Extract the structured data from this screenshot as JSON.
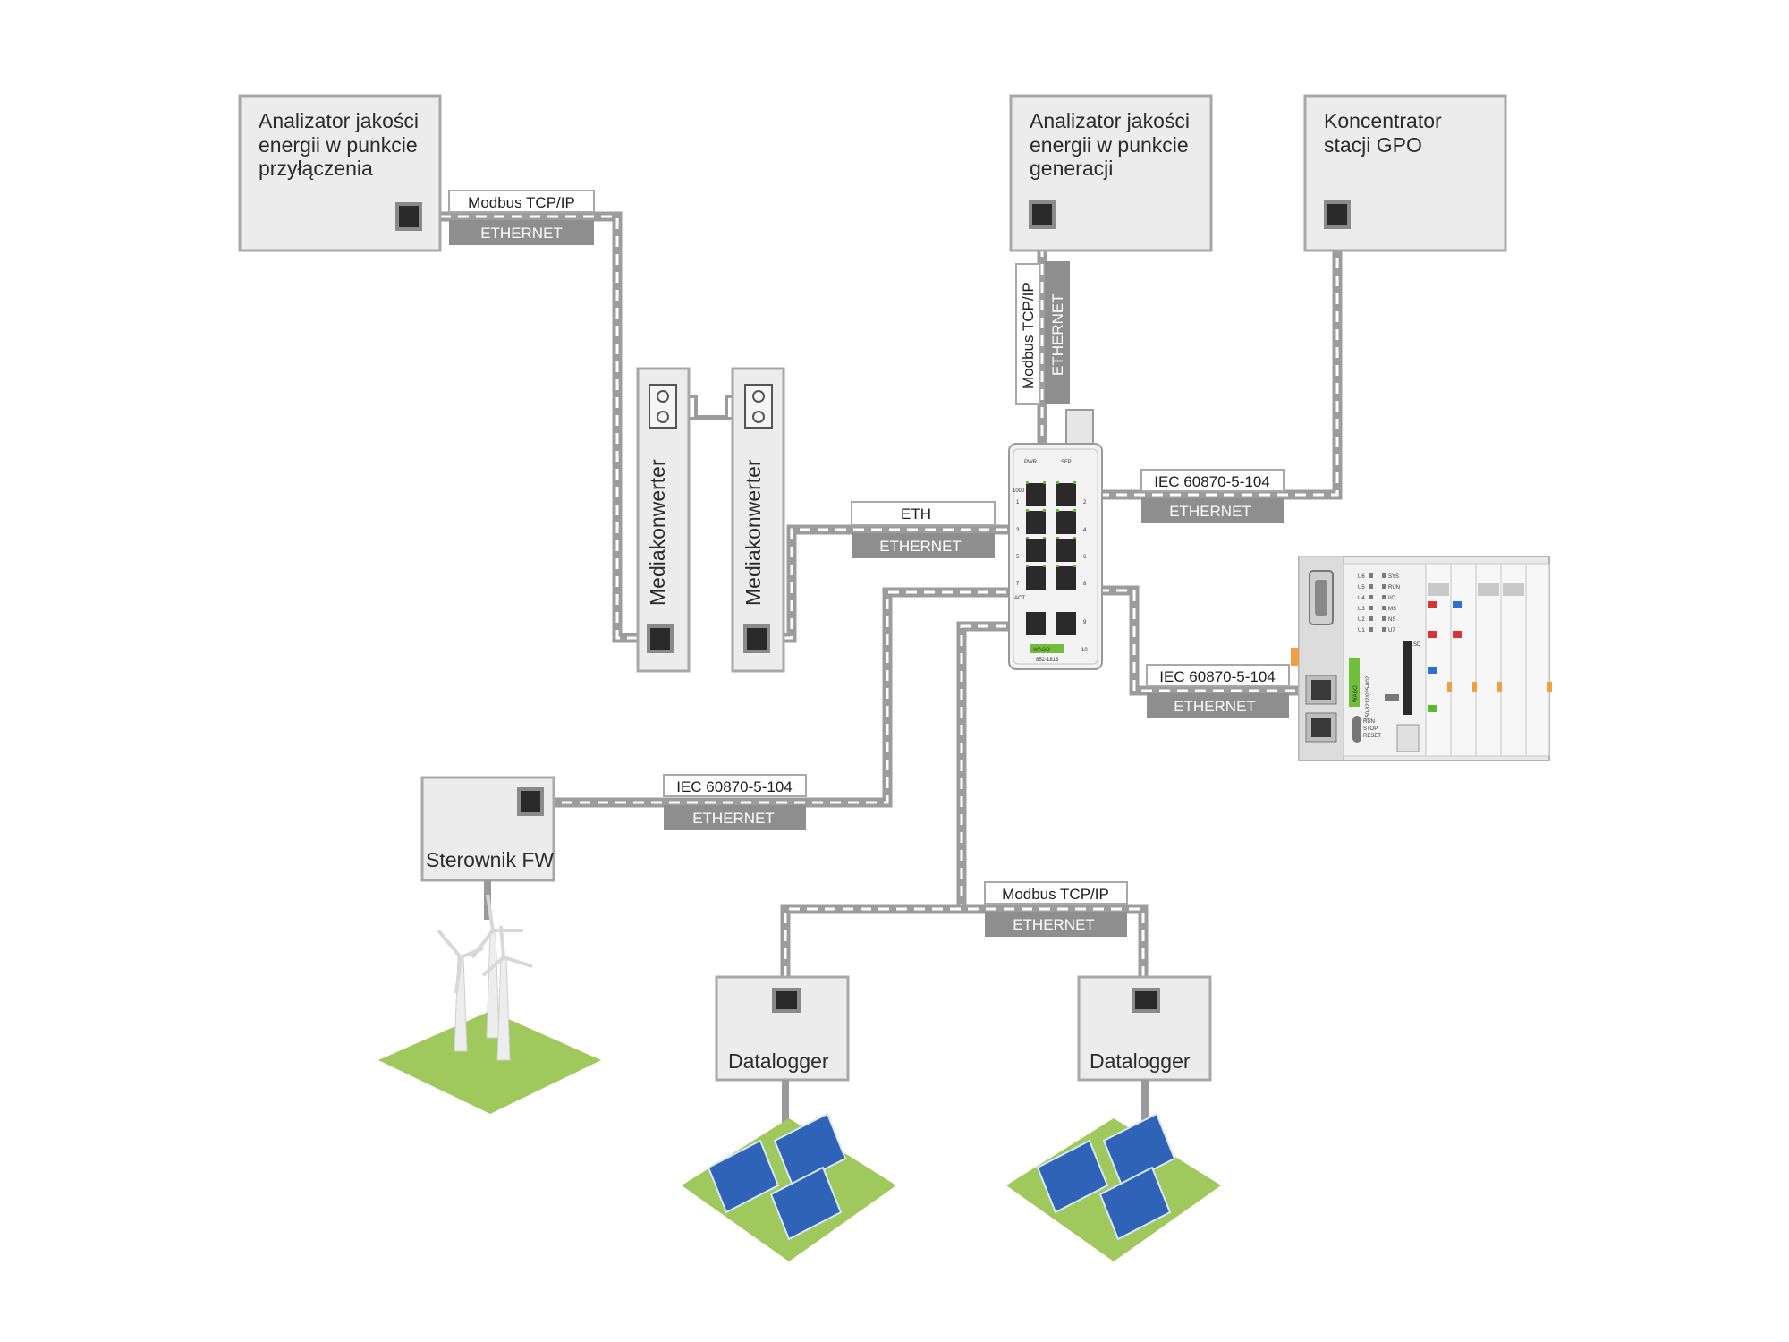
{
  "devices": {
    "analyzer_connection": [
      "Analizator jakości",
      "energii w punkcie",
      "przyłączenia"
    ],
    "analyzer_generation": [
      "Analizator jakości",
      "energii w punkcie",
      "generacji"
    ],
    "gpo_concentrator": [
      "Koncentrator",
      "stacji GPO"
    ],
    "media_converter_1": "Mediakonwerter",
    "media_converter_2": "Mediakonwerter",
    "fw_controller": "Sterownik FW",
    "datalogger_1": "Datalogger",
    "datalogger_2": "Datalogger"
  },
  "links": {
    "analyzer_connection": {
      "protocol": "Modbus TCP/IP",
      "medium": "ETHERNET"
    },
    "media_converter": {
      "protocol": "ETH",
      "medium": "ETHERNET"
    },
    "analyzer_generation": {
      "protocol": "Modbus TCP/IP",
      "medium": "ETHERNET"
    },
    "gpo_concentrator": {
      "protocol": "IEC 60870-5-104",
      "medium": "ETHERNET"
    },
    "wago_controller": {
      "protocol": "IEC 60870-5-104",
      "medium": "ETHERNET"
    },
    "fw_controller": {
      "protocol": "IEC 60870-5-104",
      "medium": "ETHERNET"
    },
    "dataloggers": {
      "protocol": "Modbus TCP/IP",
      "medium": "ETHERNET"
    }
  },
  "switch": {
    "brand": "WAGO",
    "model": "852-1813",
    "port_labels": [
      "1000",
      "1",
      "2",
      "3",
      "4",
      "5",
      "6",
      "7",
      "8",
      "9",
      "10",
      "ACT",
      "PWR",
      "SFP"
    ]
  },
  "controller": {
    "brand": "WAGO",
    "model": "750-8212/025-002",
    "led_labels": [
      "U6",
      "U5",
      "U4",
      "U3",
      "U2",
      "U1",
      "SYS",
      "RUN",
      "I/O",
      "MS",
      "NS",
      "U7"
    ],
    "switch_labels": [
      "RUN",
      "STOP",
      "RESET"
    ],
    "card_label": "SD"
  },
  "colors": {
    "box_fill": "#ececec",
    "box_border": "#a8a8a8",
    "cable": "#9c9c9c",
    "label_dark": "#8e8e8e",
    "grass": "#9fc95c",
    "solar_blue": "#2f63b8",
    "wago_green": "#6fbf3a"
  }
}
